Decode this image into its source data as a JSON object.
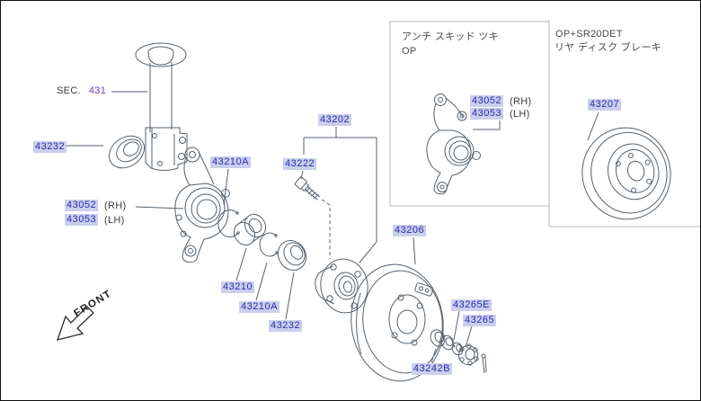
{
  "section": {
    "prefix": "SEC.",
    "number": "431"
  },
  "front_label": "FRONT",
  "colors": {
    "callout_bg": "#c9cfec",
    "callout_text": "#2a2ab2",
    "section_link": "#7040b8",
    "line_art": "#55616e",
    "inset_border": "#adb7c2"
  },
  "callouts": {
    "seal_upper": "43232",
    "knuckle_rh": "43052",
    "knuckle_lh": "43053",
    "rh_suffix": "(RH)",
    "lh_suffix": "(LH)",
    "snap_ring_outer": "43210A",
    "hub_bolt": "43222",
    "hub_assembly": "43202",
    "wheel_bearing": "43210",
    "snap_ring_inner": "43210A",
    "seal_lower": "43232",
    "brake_drum": "43206",
    "washer": "43265E",
    "lock_nut": "43265",
    "retainer_ring": "43242B"
  },
  "inset_anti_skid": {
    "title": "アンチ スキッド ツキ",
    "subtitle": "OP",
    "knuckle_rh": "43052",
    "knuckle_lh": "43053",
    "rh_suffix": "(RH)",
    "lh_suffix": "(LH)"
  },
  "inset_disc_brake": {
    "title": "OP+SR20DET",
    "subtitle": "リヤ ディスク ブレーキ",
    "rotor": "43207"
  }
}
